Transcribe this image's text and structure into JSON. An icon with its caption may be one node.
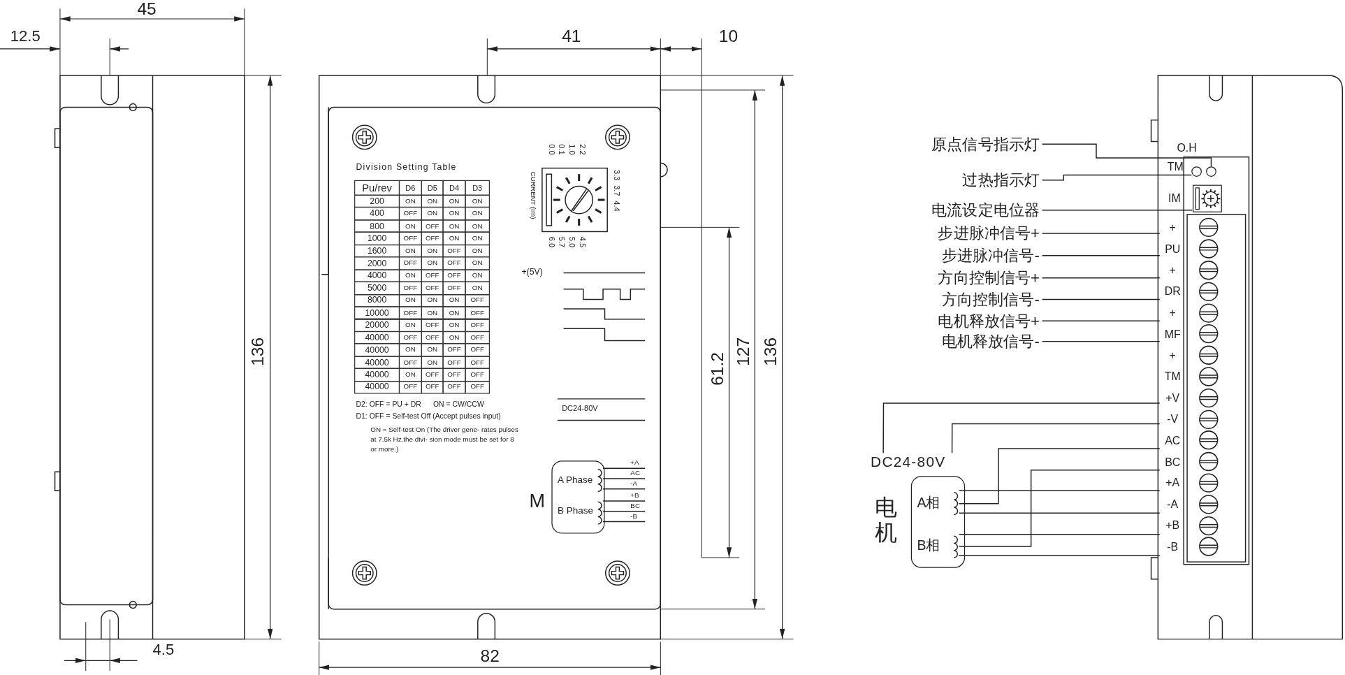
{
  "diagram": {
    "nodes": [
      {
        "text": [
          "A Phase",
          "B Phase"
        ],
        "beside": [
          "M"
        ]
      },
      {
        "text": [
          "原点信号指示灯"
        ]
      },
      {
        "text": [
          "过热指示灯"
        ]
      },
      {
        "text": [
          "电流设定电位器"
        ]
      },
      {
        "text": [
          "步进脉冲信号+"
        ]
      },
      {
        "text": [
          "步进脉冲信号-"
        ]
      },
      {
        "text": [
          "方向控制信号+"
        ]
      },
      {
        "text": [
          "方向控制信号-"
        ]
      },
      {
        "text": [
          "电机释放信号+"
        ]
      },
      {
        "text": [
          "电机释放信号-"
        ]
      },
      {
        "text": [],
        "shape": "circle"
      },
      {
        "text": [],
        "shape": "circle"
      },
      {
        "text": [],
        "shape": "picture"
      },
      {
        "text": [
          "+"
        ]
      },
      {
        "text": [
          "PU"
        ]
      },
      {
        "text": [
          "+"
        ]
      },
      {
        "text": [
          "DR"
        ]
      },
      {
        "text": [
          "+"
        ]
      },
      {
        "text": [
          "MF"
        ]
      },
      {
        "text": [
          "+"
        ]
      },
      {
        "text": [
          "TM"
        ]
      },
      {
        "text": [
          "+V"
        ]
      },
      {
        "text": [
          "-V"
        ]
      },
      {
        "text": [
          "AC"
        ]
      },
      {
        "text": [
          "BC"
        ]
      },
      {
        "text": [
          "+A"
        ]
      },
      {
        "text": [
          "-A"
        ]
      },
      {
        "text": [
          "+B"
        ]
      },
      {
        "text": [
          "-B"
        ]
      },
      {
        "text": [
          "DC24-80V"
        ]
      },
      {
        "text": [
          "A相",
          "B相"
        ],
        "beside": [
          "电机"
        ]
      }
    ],
    "edges": [
      {
        "from": 1,
        "to": 11,
        "arrow": "none"
      },
      {
        "from": 2,
        "to": 10,
        "arrow": "none"
      },
      {
        "from": 3,
        "to": 12,
        "arrow": "none"
      },
      {
        "from": 4,
        "to": 13,
        "arrow": "none"
      },
      {
        "from": 5,
        "to": 14,
        "arrow": "none"
      },
      {
        "from": 6,
        "to": 15,
        "arrow": "none"
      },
      {
        "from": 7,
        "to": 16,
        "arrow": "none"
      },
      {
        "from": 8,
        "to": 17,
        "arrow": "none"
      },
      {
        "from": 9,
        "to": 18,
        "arrow": "none"
      },
      {
        "from": 29,
        "to": 21,
        "arrow": "none"
      },
      {
        "from": 29,
        "to": 22,
        "arrow": "none"
      },
      {
        "from": 30,
        "to": 25,
        "arrow": "none"
      },
      {
        "from": 30,
        "to": 23,
        "arrow": "none"
      },
      {
        "from": 30,
        "to": 26,
        "arrow": "none"
      },
      {
        "from": 30,
        "to": 27,
        "arrow": "none"
      },
      {
        "from": 30,
        "to": 24,
        "arrow": "none"
      },
      {
        "from": 30,
        "to": 28,
        "arrow": "none"
      }
    ],
    "labels": [
      "45",
      "12.5",
      "136",
      "4.5",
      "41",
      "10",
      "Division Setting Table",
      "Pu/rev",
      "D6",
      "D5",
      "D4",
      "D3",
      "200",
      "ON",
      "ON",
      "ON",
      "ON",
      "400",
      "OFF",
      "ON",
      "ON",
      "ON",
      "800",
      "ON",
      "OFF",
      "ON",
      "ON",
      "1000",
      "OFF",
      "OFF",
      "ON",
      "ON",
      "1600",
      "ON",
      "ON",
      "OFF",
      "ON",
      "2000",
      "OFF",
      "ON",
      "OFF",
      "ON",
      "4000",
      "ON",
      "OFF",
      "OFF",
      "ON",
      "5000",
      "OFF",
      "OFF",
      "OFF",
      "ON",
      "8000",
      "ON",
      "ON",
      "ON",
      "OFF",
      "10000",
      "OFF",
      "ON",
      "ON",
      "OFF",
      "20000",
      "ON",
      "OFF",
      "ON",
      "OFF",
      "40000",
      "OFF",
      "OFF",
      "ON",
      "OFF",
      "40000",
      "ON",
      "ON",
      "OFF",
      "OFF",
      "40000",
      "OFF",
      "ON",
      "OFF",
      "OFF",
      "40000",
      "ON",
      "OFF",
      "OFF",
      "OFF",
      "40000",
      "OFF",
      "OFF",
      "OFF",
      "OFF",
      "D2: OFF = PU + DR",
      "ON = CW/CCW",
      "D1: OFF = Self-test Off (Accept pulses input)",
      "ON = Self-test On (The driver gene- rates pulses at 7.5k Hz.the divi- sion mode must be set for 8 or more.)",
      "0.0",
      "0.1",
      "1.0",
      "2.2",
      "3.3",
      "3.7",
      "4.4",
      "6.0",
      "5.7",
      "5.0",
      "4.5",
      "CURRENT (Im)",
      "+(5V)",
      "DC24-80V",
      "+A",
      "AC",
      "-A",
      "+B",
      "BC",
      "-B",
      "127",
      "61.2",
      "136",
      "82",
      "O.H",
      "TM",
      "IM"
    ]
  }
}
